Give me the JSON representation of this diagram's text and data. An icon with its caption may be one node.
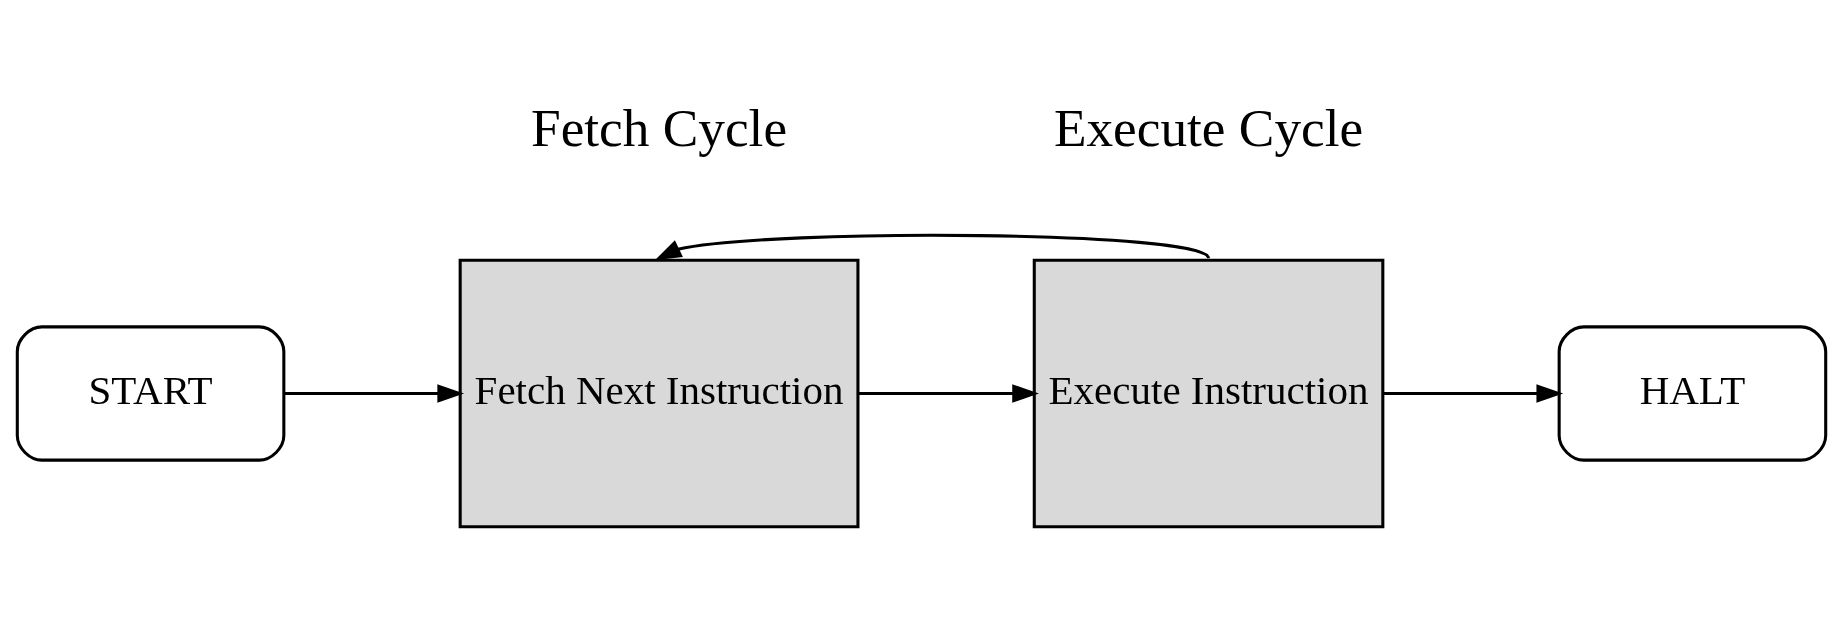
{
  "diagram": {
    "nodes": [
      {
        "text": [
          "START"
        ]
      },
      {
        "text": [
          "Fetch Next Instruction"
        ]
      },
      {
        "text": [
          "Execute Instruction"
        ]
      },
      {
        "text": [
          "HALT"
        ]
      }
    ],
    "edges": [
      {
        "from": 0,
        "to": 1,
        "arrow": "to"
      },
      {
        "from": 1,
        "to": 2,
        "arrow": "to"
      },
      {
        "from": 2,
        "to": 3,
        "arrow": "to"
      },
      {
        "from": 2,
        "to": 1,
        "arrow": "to"
      }
    ],
    "labels": [
      "Fetch Cycle",
      "Execute Cycle"
    ]
  }
}
